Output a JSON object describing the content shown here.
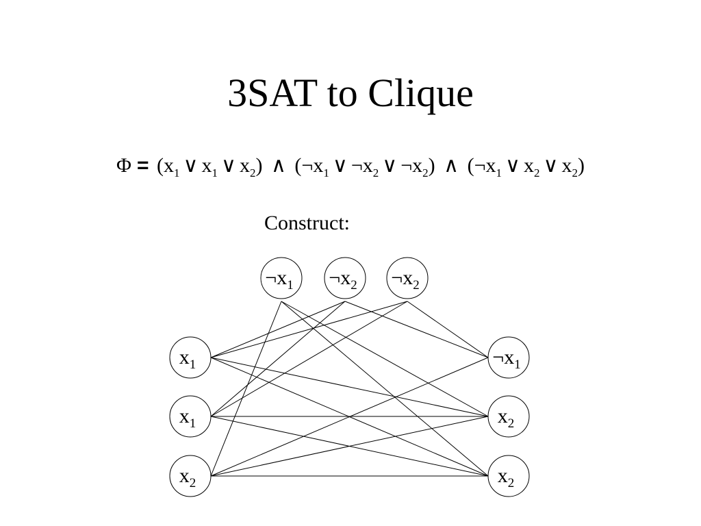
{
  "title": "3SAT to Clique",
  "formula": {
    "lhs": "Φ",
    "eq": "=",
    "and_op": "∧",
    "or_op": "∨",
    "clauses": [
      {
        "literals": [
          {
            "neg": "",
            "var": "x",
            "sub": "1"
          },
          {
            "neg": "",
            "var": "x",
            "sub": "1"
          },
          {
            "neg": "",
            "var": "x",
            "sub": "2"
          }
        ]
      },
      {
        "literals": [
          {
            "neg": "¬",
            "var": "x",
            "sub": "1"
          },
          {
            "neg": "¬",
            "var": "x",
            "sub": "2"
          },
          {
            "neg": "¬",
            "var": "x",
            "sub": "2"
          }
        ]
      },
      {
        "literals": [
          {
            "neg": "¬",
            "var": "x",
            "sub": "1"
          },
          {
            "neg": "",
            "var": "x",
            "sub": "2"
          },
          {
            "neg": "",
            "var": "x",
            "sub": "2"
          }
        ]
      }
    ]
  },
  "construct_label": "Construct:",
  "graph": {
    "nodes": [
      {
        "id": "c2a",
        "group": "top",
        "neg": "¬",
        "var": "x",
        "sub": "1"
      },
      {
        "id": "c2b",
        "group": "top",
        "neg": "¬",
        "var": "x",
        "sub": "2"
      },
      {
        "id": "c2c",
        "group": "top",
        "neg": "¬",
        "var": "x",
        "sub": "2"
      },
      {
        "id": "c1a",
        "group": "left",
        "neg": "",
        "var": "x",
        "sub": "1"
      },
      {
        "id": "c1b",
        "group": "left",
        "neg": "",
        "var": "x",
        "sub": "1"
      },
      {
        "id": "c1c",
        "group": "left",
        "neg": "",
        "var": "x",
        "sub": "2"
      },
      {
        "id": "c3a",
        "group": "right",
        "neg": "¬",
        "var": "x",
        "sub": "1"
      },
      {
        "id": "c3b",
        "group": "right",
        "neg": "",
        "var": "x",
        "sub": "2"
      },
      {
        "id": "c3c",
        "group": "right",
        "neg": "",
        "var": "x",
        "sub": "2"
      }
    ],
    "edges": [
      [
        "c1a",
        "c2b"
      ],
      [
        "c1a",
        "c2c"
      ],
      [
        "c1a",
        "c3b"
      ],
      [
        "c1a",
        "c3c"
      ],
      [
        "c1b",
        "c2b"
      ],
      [
        "c1b",
        "c2c"
      ],
      [
        "c1b",
        "c3b"
      ],
      [
        "c1b",
        "c3c"
      ],
      [
        "c1c",
        "c2a"
      ],
      [
        "c1c",
        "c3a"
      ],
      [
        "c1c",
        "c3b"
      ],
      [
        "c1c",
        "c3c"
      ],
      [
        "c2a",
        "c3b"
      ],
      [
        "c2a",
        "c3c"
      ],
      [
        "c2b",
        "c3a"
      ],
      [
        "c2c",
        "c3a"
      ]
    ]
  }
}
